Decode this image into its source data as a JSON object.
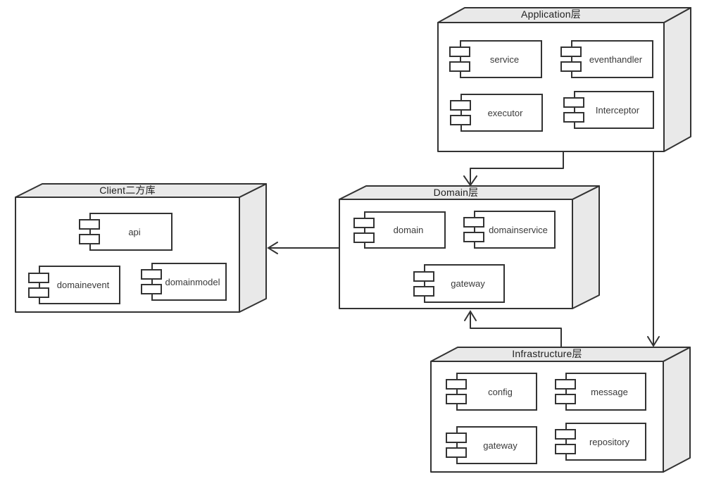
{
  "colors": {
    "background": "#ffffff",
    "node_face_shaded": "#e9e9e9",
    "node_face_front": "#ffffff",
    "stroke": "#333333",
    "title_text": "#1f1f1f",
    "component_text": "#3a3a3a"
  },
  "layers": {
    "application": {
      "title": "Application层",
      "components": [
        "service",
        "eventhandler",
        "executor",
        "Interceptor"
      ]
    },
    "client": {
      "title": "Client二方库",
      "components": [
        "api",
        "domainevent",
        "domainmodel"
      ]
    },
    "domain": {
      "title": "Domain层",
      "components": [
        "domain",
        "domainservice",
        "gateway"
      ]
    },
    "infrastructure": {
      "title": "Infrastructure层",
      "components": [
        "config",
        "message",
        "gateway",
        "repository"
      ]
    }
  },
  "edges": [
    {
      "from": "Application层",
      "to": "Domain层"
    },
    {
      "from": "Application层",
      "to": "Infrastructure层"
    },
    {
      "from": "Infrastructure层",
      "to": "Domain层"
    },
    {
      "from": "Domain层",
      "to": "Client二方库"
    }
  ]
}
